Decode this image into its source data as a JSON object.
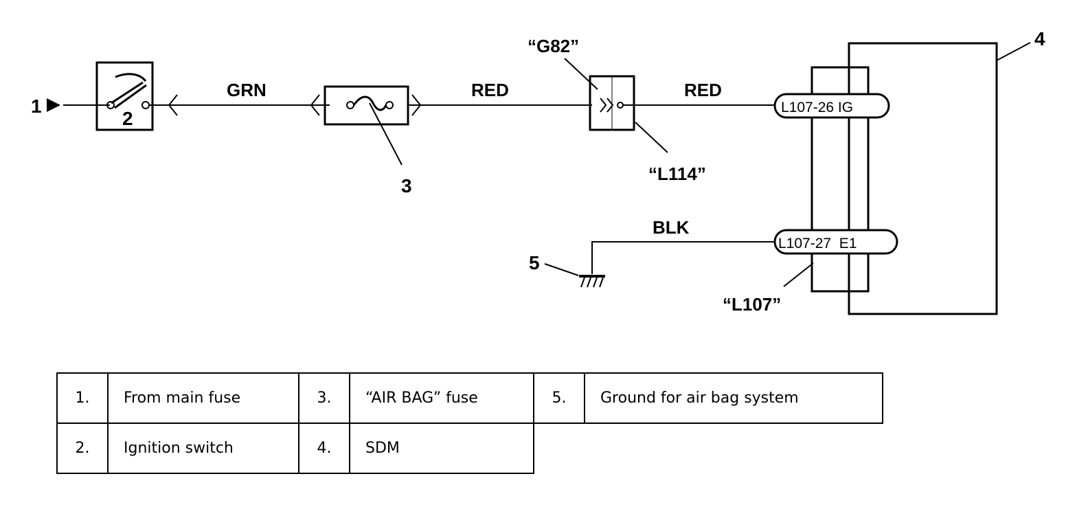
{
  "diagram": {
    "callouts": {
      "main_fuse_input": "1",
      "ignition_switch": "2",
      "fuse": "3",
      "sdm": "4",
      "ground": "5"
    },
    "wires": {
      "switch_to_fuse": "GRN",
      "fuse_to_junction": "RED",
      "junction_to_sdm": "RED",
      "ground_to_sdm": "BLK"
    },
    "connectors": {
      "junction_top": "“G82”",
      "junction_bottom": "“L114”",
      "sdm_connector": "“L107”"
    },
    "pins": {
      "ig": "L107-26 IG",
      "e1": "L107-27  E1"
    }
  },
  "legend": {
    "rows": [
      [
        {
          "num": "1.",
          "text": "From main fuse"
        },
        {
          "num": "3.",
          "text": "“AIR BAG” fuse"
        },
        {
          "num": "5.",
          "text": "Ground for air bag system"
        }
      ],
      [
        {
          "num": "2.",
          "text": "Ignition switch"
        },
        {
          "num": "4.",
          "text": "SDM"
        }
      ]
    ]
  }
}
